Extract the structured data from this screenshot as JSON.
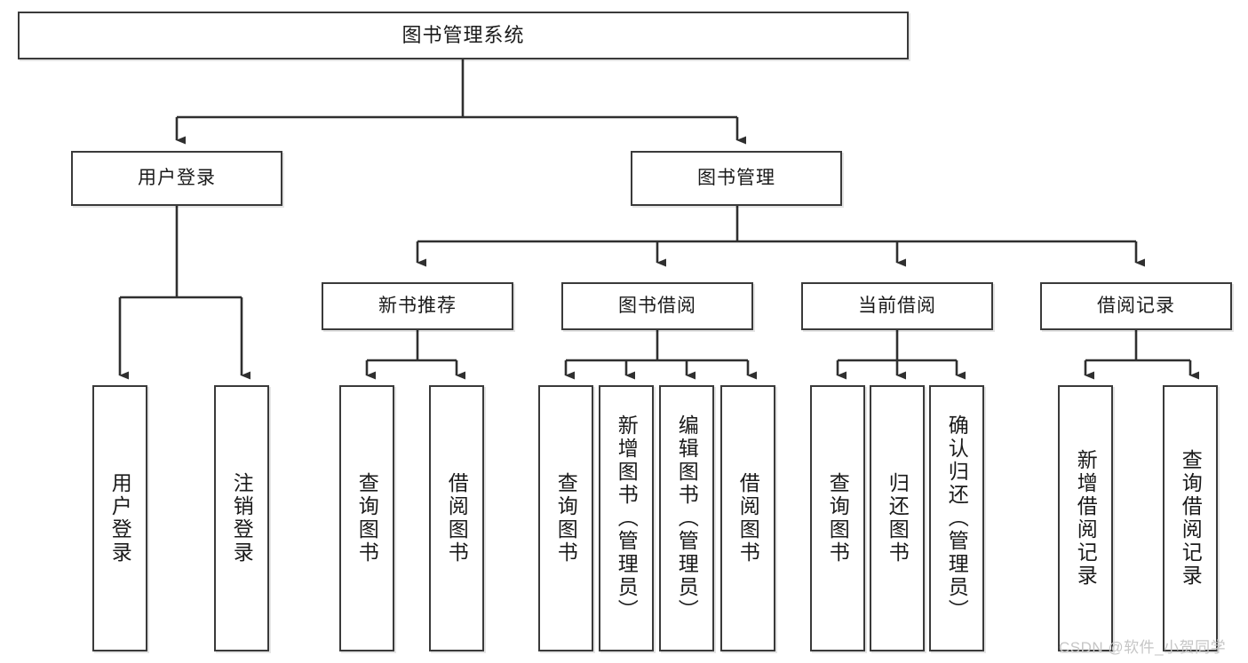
{
  "diagram": {
    "title": "图书管理系统",
    "type": "tree",
    "watermark": "CSDN @软件_小贺同学",
    "colors": {
      "box_border": "#3a3a3a",
      "box_fill": "#ffffff",
      "connector": "#2f2f2f",
      "text": "#1a1a1a",
      "watermark": "#c6c6c6",
      "background": "#ffffff"
    },
    "nodes": {
      "root": {
        "label": "图书管理系统"
      },
      "level2": [
        {
          "id": "user-login",
          "label": "用户登录"
        },
        {
          "id": "book-management",
          "label": "图书管理"
        }
      ],
      "level3": [
        {
          "id": "new-book-recommend",
          "label": "新书推荐"
        },
        {
          "id": "book-borrow",
          "label": "图书借阅"
        },
        {
          "id": "current-borrow",
          "label": "当前借阅"
        },
        {
          "id": "borrow-record",
          "label": "借阅记录"
        }
      ],
      "leaves": [
        {
          "id": "leaf-user-login",
          "label": "用户登录",
          "parent": "user-login"
        },
        {
          "id": "leaf-logout-login",
          "label": "注销登录",
          "parent": "user-login"
        },
        {
          "id": "leaf-query-book-1",
          "label": "查询图书",
          "parent": "new-book-recommend"
        },
        {
          "id": "leaf-borrow-book-1",
          "label": "借阅图书",
          "parent": "new-book-recommend"
        },
        {
          "id": "leaf-query-book-2",
          "label": "查询图书",
          "parent": "book-borrow"
        },
        {
          "id": "leaf-add-book",
          "label": "新增图书（管理员）",
          "parent": "book-borrow"
        },
        {
          "id": "leaf-edit-book",
          "label": "编辑图书（管理员）",
          "parent": "book-borrow"
        },
        {
          "id": "leaf-borrow-book-2",
          "label": "借阅图书",
          "parent": "book-borrow"
        },
        {
          "id": "leaf-query-book-3",
          "label": "查询图书",
          "parent": "current-borrow"
        },
        {
          "id": "leaf-return-book",
          "label": "归还图书",
          "parent": "current-borrow"
        },
        {
          "id": "leaf-confirm-return",
          "label": "确认归还（管理员）",
          "parent": "current-borrow"
        },
        {
          "id": "leaf-add-record",
          "label": "新增借阅记录",
          "parent": "borrow-record"
        },
        {
          "id": "leaf-query-record",
          "label": "查询借阅记录",
          "parent": "borrow-record"
        }
      ]
    }
  }
}
